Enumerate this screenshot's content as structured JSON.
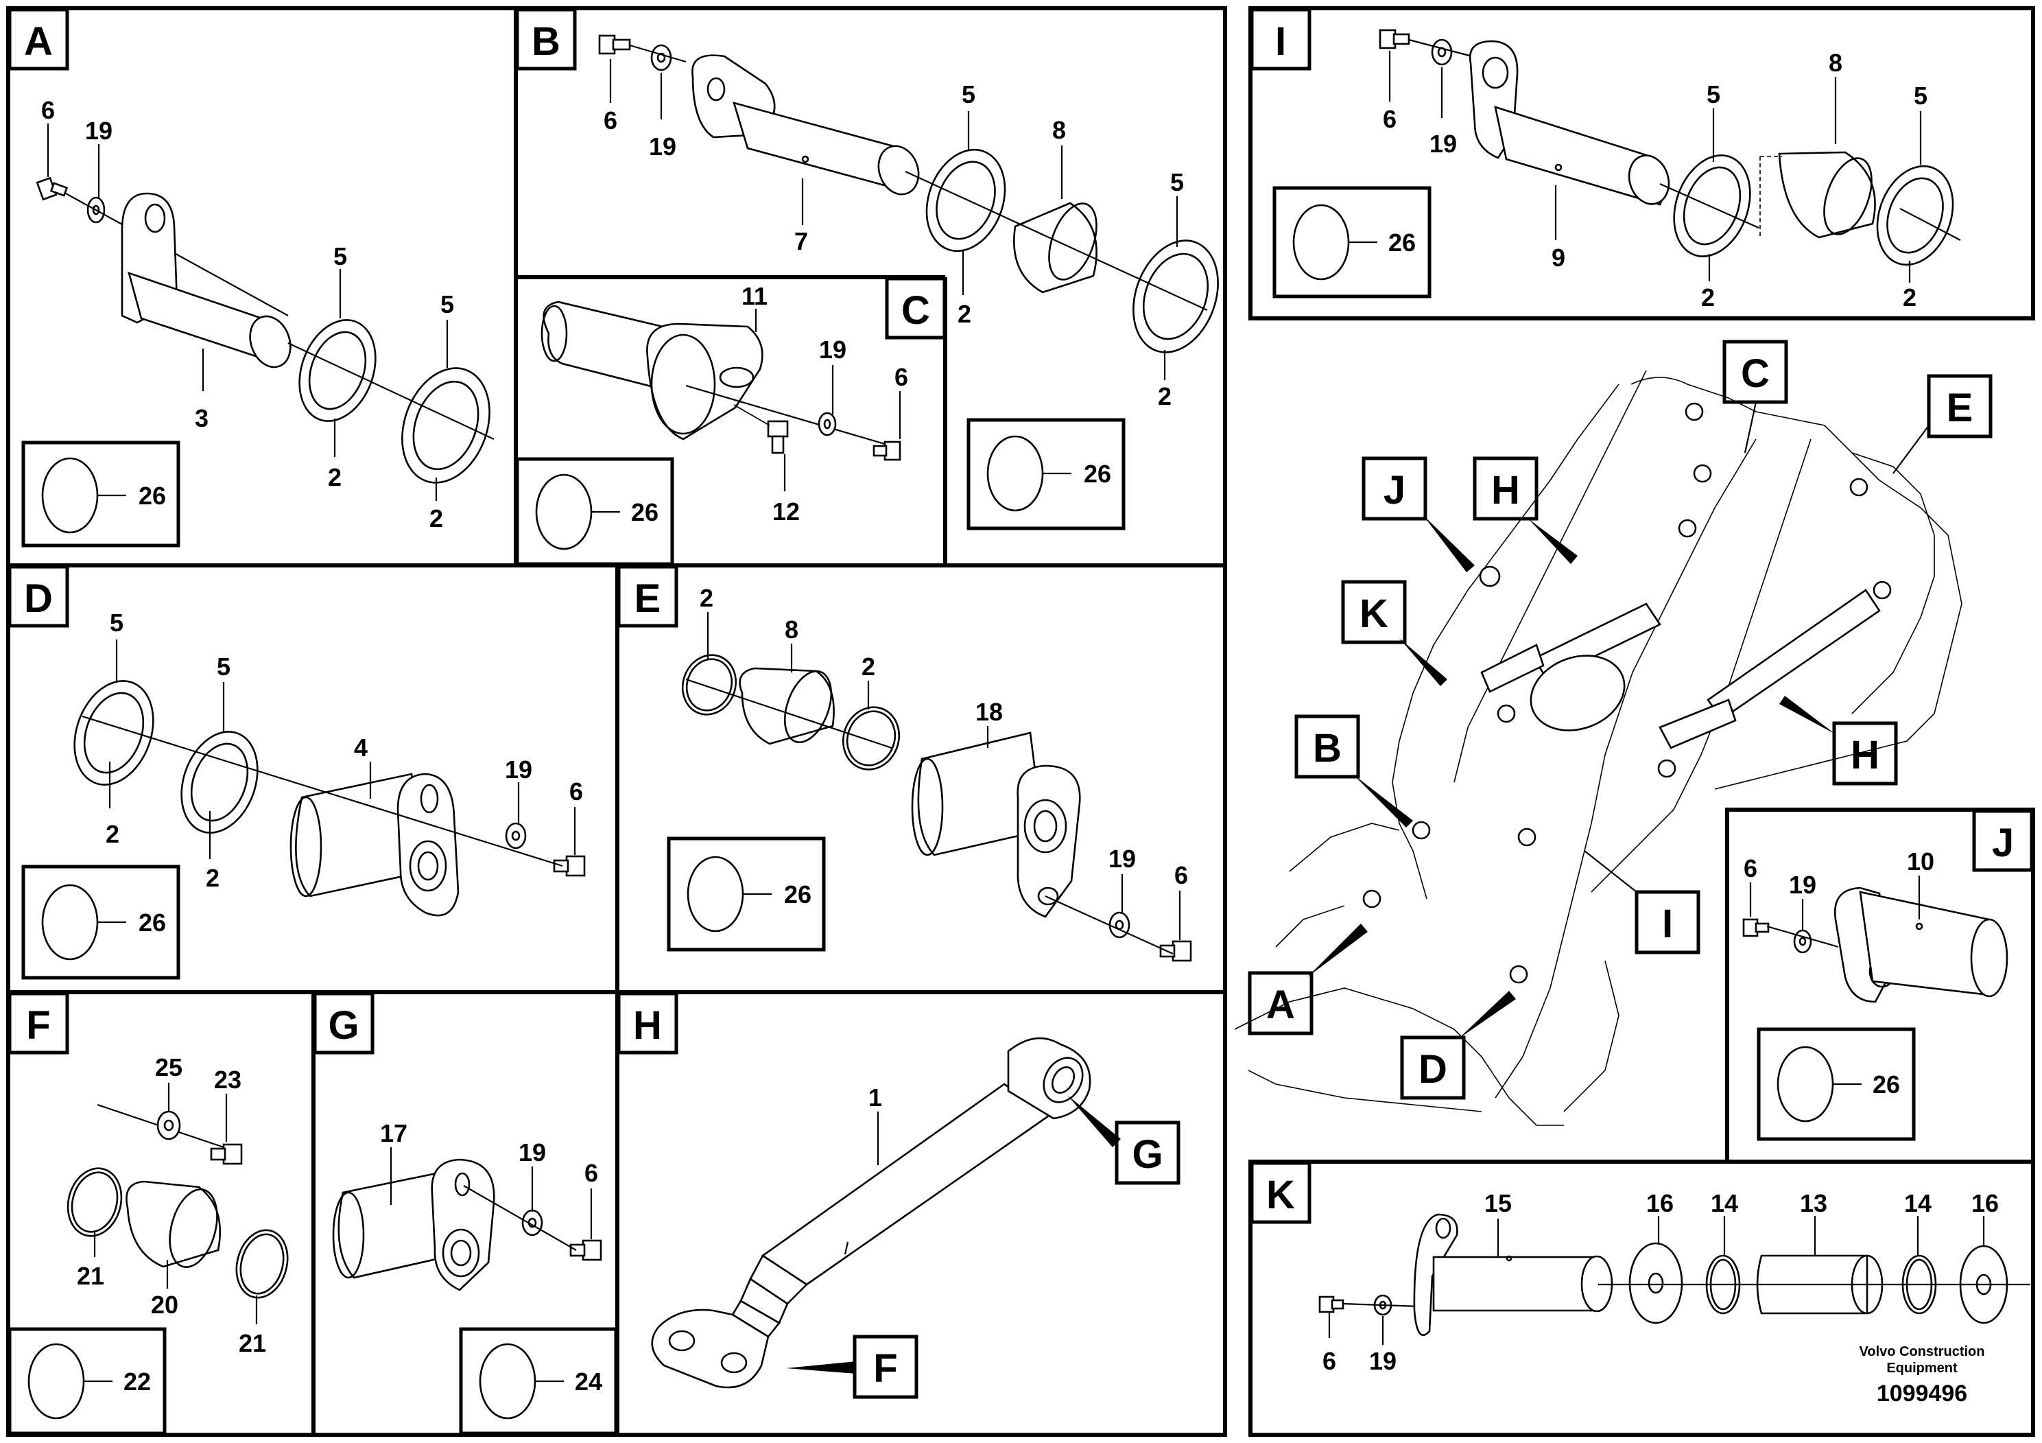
{
  "panels": {
    "A": {
      "letter": "A",
      "labels": [
        "6",
        "19",
        "5",
        "5",
        "3",
        "2",
        "2"
      ],
      "kit": "26"
    },
    "B": {
      "letter": "B",
      "labels": [
        "6",
        "19",
        "5",
        "8",
        "5",
        "7",
        "2",
        "2"
      ]
    },
    "C": {
      "letter": "C",
      "labels": [
        "11",
        "19",
        "6",
        "12"
      ],
      "kit": "26"
    },
    "BC_kit": "26",
    "D": {
      "letter": "D",
      "labels": [
        "5",
        "5",
        "4",
        "19",
        "6",
        "2",
        "2"
      ],
      "kit": "26"
    },
    "E": {
      "letter": "E",
      "labels": [
        "2",
        "8",
        "2",
        "18",
        "19",
        "6"
      ],
      "kit": "26"
    },
    "F": {
      "letter": "F",
      "labels": [
        "25",
        "23",
        "21",
        "20",
        "21"
      ],
      "kit": "22"
    },
    "G": {
      "letter": "G",
      "labels": [
        "17",
        "19",
        "6"
      ],
      "kit": "24"
    },
    "H": {
      "letter": "H",
      "labels": [
        "1"
      ],
      "callouts": [
        "G",
        "F"
      ]
    },
    "I": {
      "letter": "I",
      "labels": [
        "6",
        "19",
        "5",
        "8",
        "5",
        "9",
        "2",
        "2"
      ],
      "kit": "26"
    },
    "J": {
      "letter": "J",
      "labels": [
        "6",
        "19",
        "10"
      ],
      "kit": "26"
    },
    "K": {
      "letter": "K",
      "labels": [
        "15",
        "16",
        "14",
        "13",
        "14",
        "16",
        "6",
        "19"
      ]
    }
  },
  "overview": {
    "callouts": [
      "C",
      "E",
      "J",
      "H",
      "K",
      "B",
      "I",
      "A",
      "D",
      "H"
    ]
  },
  "footer": {
    "company_line1": "Volvo Construction",
    "company_line2": "Equipment",
    "drawing_number": "1099496"
  }
}
